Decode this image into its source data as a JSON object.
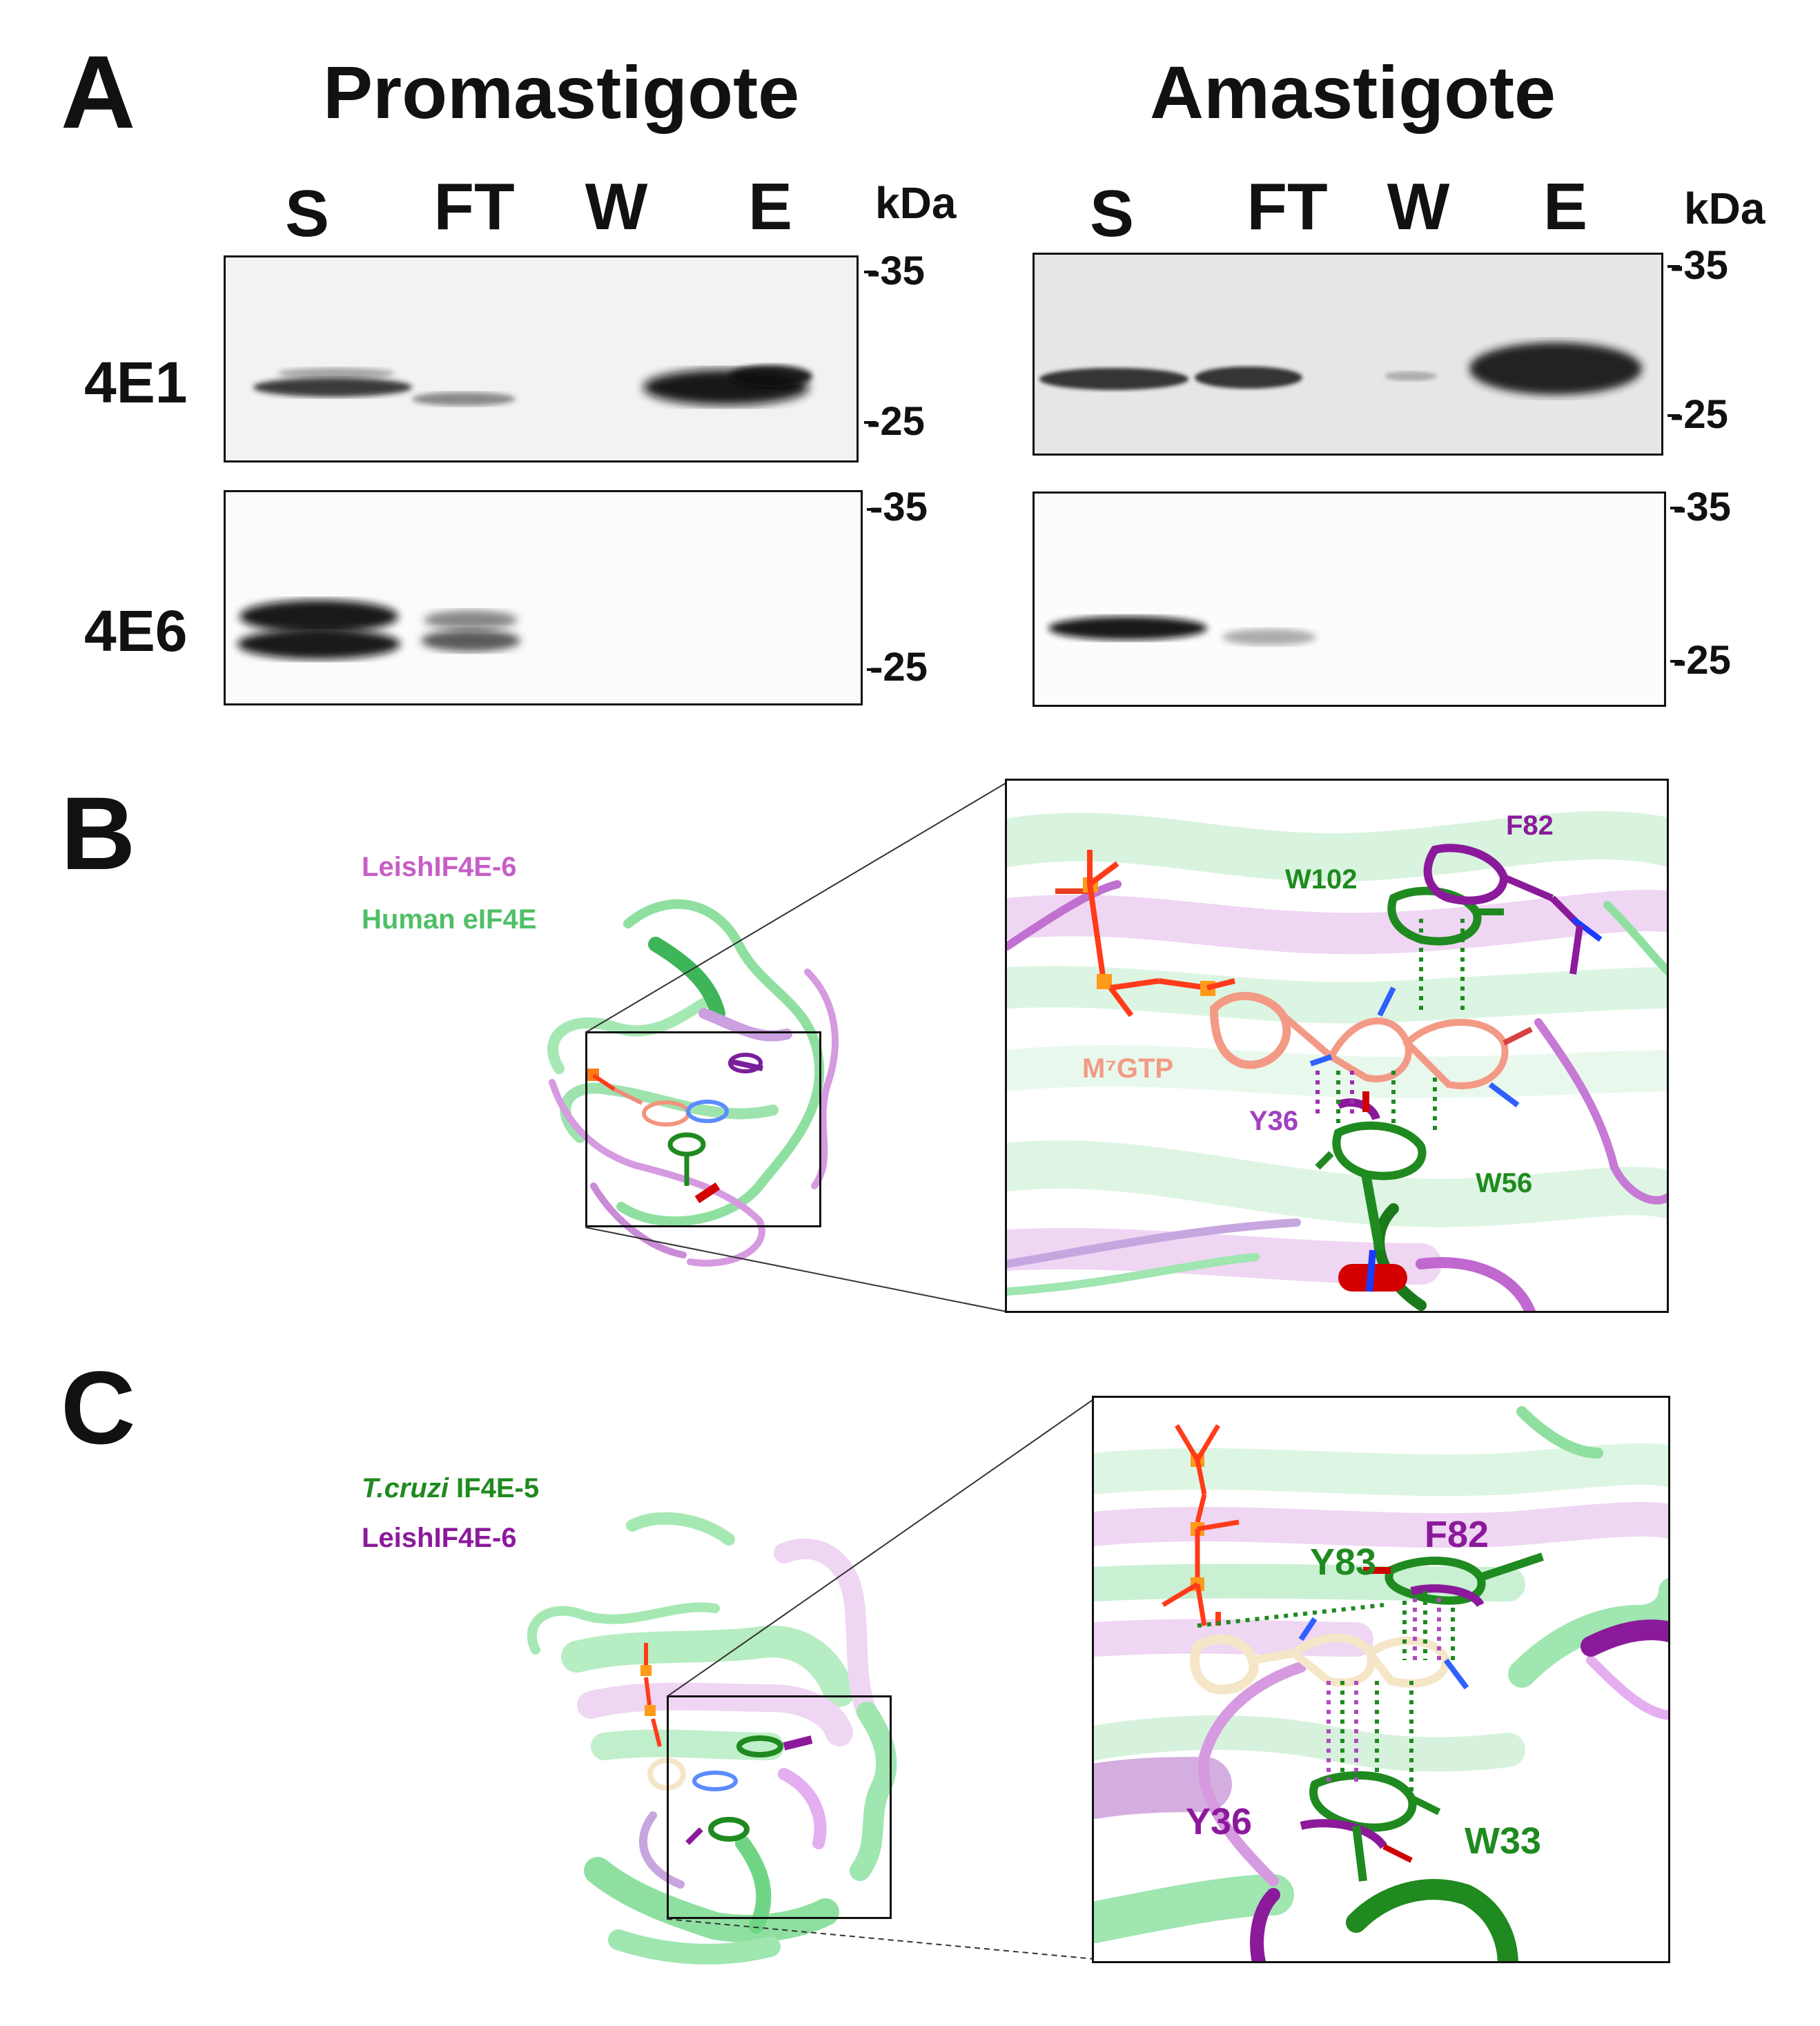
{
  "panel_a": {
    "letter": "A",
    "promastigote": {
      "title": "Promastigote",
      "lanes": [
        "S",
        "FT",
        "W",
        "E"
      ],
      "kda": "kDa",
      "markers_top": [
        "-35",
        "-25"
      ],
      "markers_bottom": [
        "-35",
        "-25"
      ]
    },
    "amastigote": {
      "title": "Amastigote",
      "lanes": [
        "S",
        "FT",
        "W",
        "E"
      ],
      "kda": "kDa",
      "markers_top": [
        "-35",
        "-25"
      ],
      "markers_bottom": [
        "-35",
        "-25"
      ]
    },
    "rows": [
      "4E1",
      "4E6"
    ]
  },
  "panel_b": {
    "letter": "B",
    "legend": [
      {
        "text": "LeishIF4E-6",
        "color": "#c65fc6"
      },
      {
        "text": "Human eIF4E",
        "color": "#4fbf66"
      }
    ],
    "residues": {
      "f82": "F82",
      "w102": "W102",
      "m7gtp": "M⁷GTP",
      "y36": "Y36",
      "w56": "W56"
    }
  },
  "panel_c": {
    "letter": "C",
    "legend": [
      {
        "italic": "T.cruzi",
        "text": " IF4E-5",
        "color": "#1f8a1f"
      },
      {
        "text": "LeishIF4E-6",
        "color": "#8b1a9b"
      }
    ],
    "residues": {
      "y83": "Y83",
      "f82": "F82",
      "y36": "Y36",
      "w33": "W33"
    }
  }
}
